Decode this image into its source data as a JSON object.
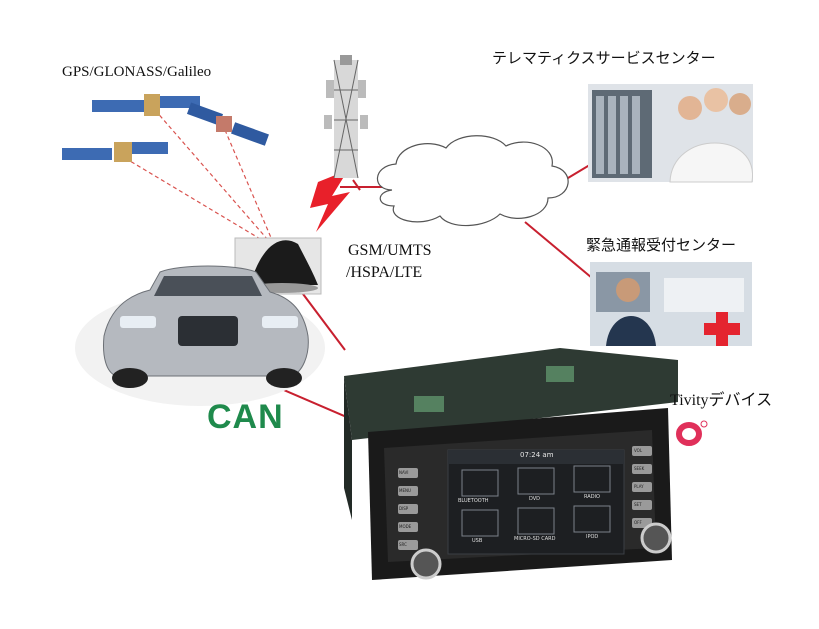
{
  "labels": {
    "satellites": "GPS/GLONASS/Galileo",
    "telematics_center": "テレマティクスサービスセンター",
    "emergency_center": "緊急通報受付センター",
    "network_line1": "GSM/UMTS",
    "network_line2": "/HSPA/LTE",
    "device": "Tivityデバイス",
    "can": "CAN"
  },
  "head_unit": {
    "clock": "07:24 am",
    "apps": [
      "BLUETOOTH",
      "DVD",
      "RADIO",
      "USB",
      "MICRO-SD CARD",
      "IPOD"
    ],
    "left_buttons": [
      "NAVI",
      "MENU",
      "DISP",
      "MODE",
      "SRC"
    ],
    "right_buttons": [
      "VOL",
      "SEEK",
      "PLAY",
      "SET",
      "OFF"
    ]
  },
  "colors": {
    "link_line": "#c8202f",
    "dashed_line": "#d9534f",
    "can_text": "#1f8a4c",
    "lightning": "#e8202a",
    "device_logo": "#e0305a"
  }
}
